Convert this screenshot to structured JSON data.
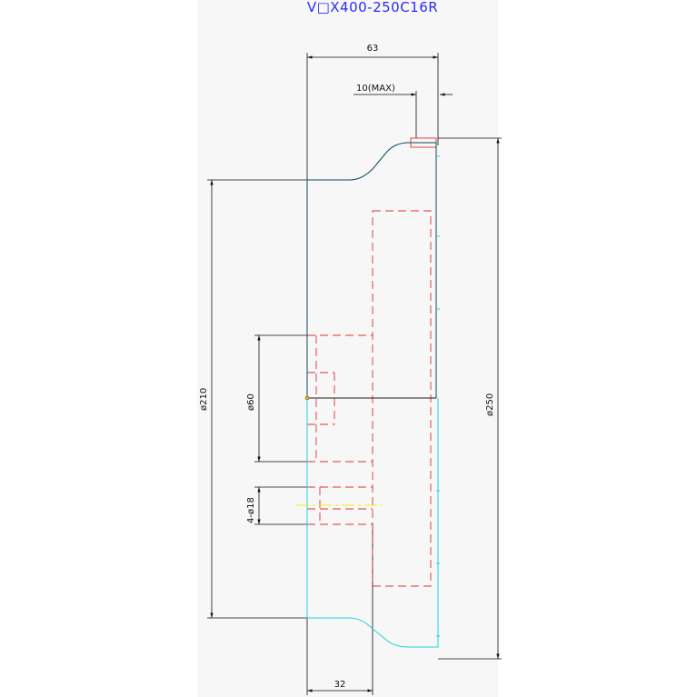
{
  "title": "V□X400-250C16R",
  "dimensions": {
    "width_63": "63",
    "rim_10max": "10(MAX)",
    "dia_210": "ø210",
    "dia_60": "ø60",
    "hole_4_dia_18": "4-ø18",
    "dia_250": "ø250",
    "width_32": "32"
  },
  "colors": {
    "title": "#2b2bff",
    "outline": "#1a1a1a",
    "profile_upper": "#0b4a5a",
    "profile_lower": "#22d0e0",
    "hidden": "#e03030",
    "centerline": "#f0f000",
    "sheet": "#f7f7f7"
  }
}
